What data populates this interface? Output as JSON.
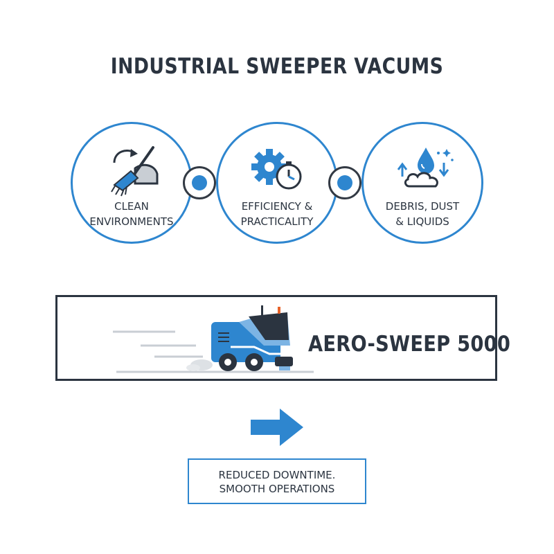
{
  "title": "INDUSTRIAL SWEEPER VACUMS",
  "colors": {
    "accent": "#2e86cf",
    "dark": "#2b3440"
  },
  "circles": [
    {
      "icon": "broom-dustpan-icon",
      "lines": [
        "CLEAN",
        "ENVIRONMENTS"
      ]
    },
    {
      "icon": "gear-stopwatch-icon",
      "lines": [
        "EFFICIENCY &",
        "PRACTICALITY"
      ]
    },
    {
      "icon": "droplet-dust-icon",
      "lines": [
        "DEBRIS, DUST",
        "& LIQUIDS"
      ]
    }
  ],
  "product": {
    "name": "AERO-SWEEP 5000",
    "icon": "sweeper-vehicle-icon"
  },
  "arrow_icon": "arrow-right-icon",
  "result": {
    "lines": [
      "REDUCED DOWNTIME.",
      "SMOOTH OPERATIONS"
    ]
  }
}
